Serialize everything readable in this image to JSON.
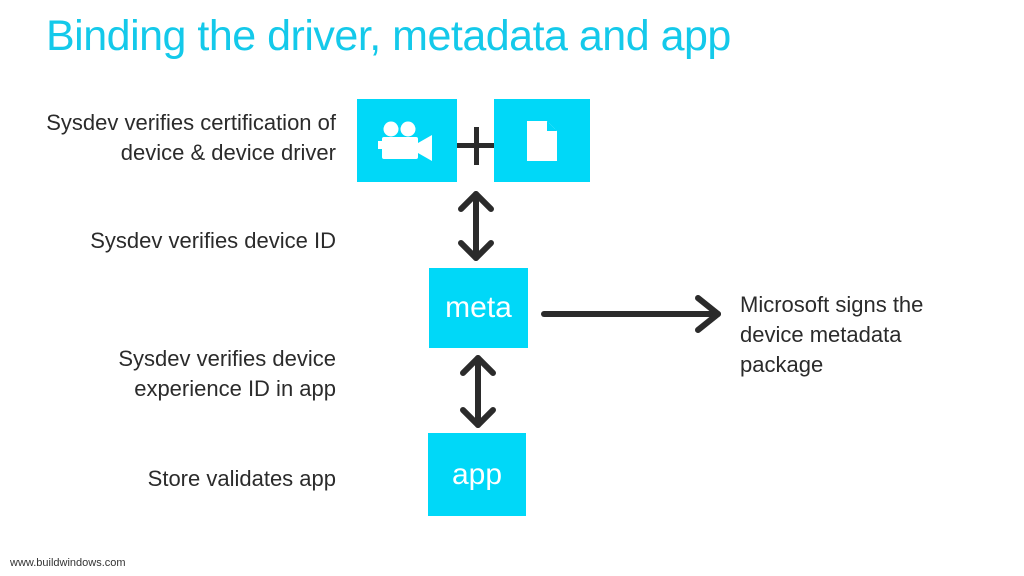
{
  "title": "Binding the driver, metadata and app",
  "steps": {
    "certification": [
      "Sysdev verifies certification of",
      "device & device driver"
    ],
    "device_id": "Sysdev verifies device ID",
    "experience_id": [
      "Sysdev verifies device",
      "experience ID in app"
    ],
    "store": "Store validates app"
  },
  "tiles": {
    "device_icon": "camera-icon",
    "driver_icon": "document-icon",
    "plus": "+",
    "meta": "meta",
    "app": "app"
  },
  "note": [
    "Microsoft signs the",
    "device metadata",
    "package"
  ],
  "footer": "www.buildwindows.com",
  "colors": {
    "accent": "#00d8f8",
    "title": "#14c9ea",
    "arrow": "#2b2b2b"
  }
}
